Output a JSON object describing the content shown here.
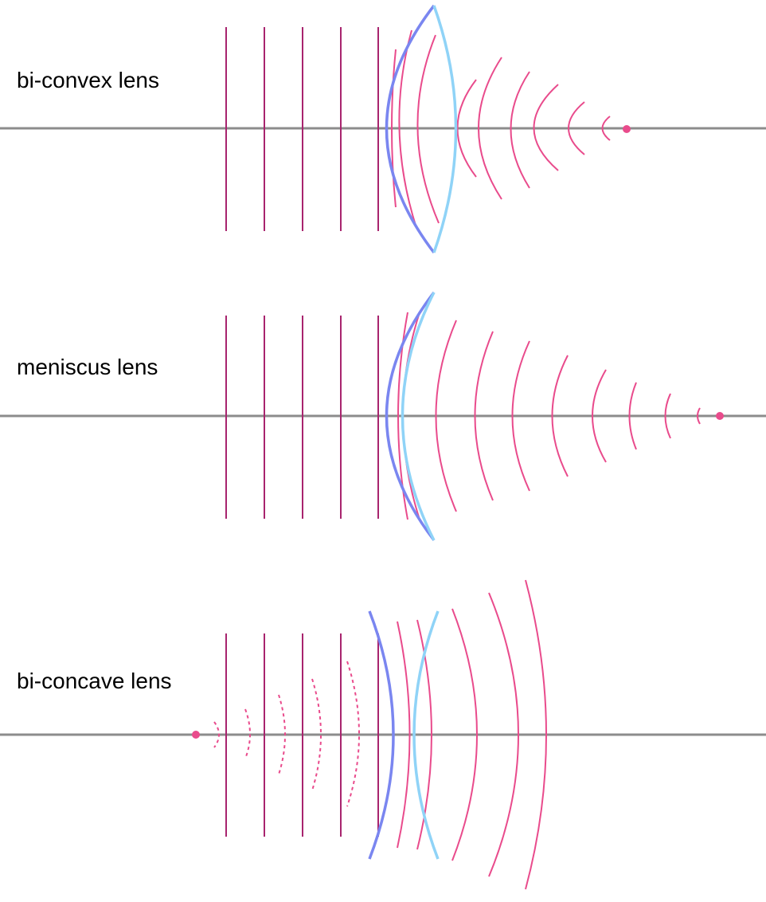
{
  "colors": {
    "background": "#ffffff",
    "optical_axis": "#8c8c8c",
    "incoming_wavefront": "#a8246e",
    "outgoing_wavefront": "#e94b8c",
    "virtual_wavefront": "#e94b8c",
    "focal_point": "#e94b8c",
    "lens_front_surface": "#7a86f0",
    "lens_back_surface": "#8fd3f7",
    "label_text": "#000000"
  },
  "panels": [
    {
      "id": "bi-convex",
      "label": "bi-convex lens",
      "focus_type": "real, converging",
      "incoming_wavefront_count": 5,
      "outgoing_wavefront_count": 9
    },
    {
      "id": "meniscus",
      "label": "meniscus lens",
      "focus_type": "real, converging",
      "incoming_wavefront_count": 5,
      "outgoing_wavefront_count": 10
    },
    {
      "id": "bi-concave",
      "label": "bi-concave lens",
      "focus_type": "virtual, diverging",
      "incoming_wavefront_count": 5,
      "outgoing_wavefront_count": 5,
      "virtual_wavefront_count": 5
    }
  ]
}
